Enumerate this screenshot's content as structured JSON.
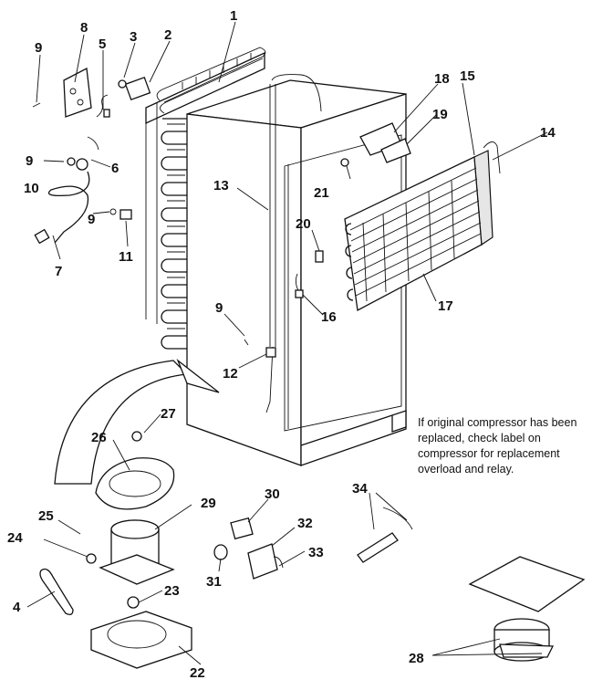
{
  "labels": {
    "p1": "1",
    "p2": "2",
    "p3": "3",
    "p4": "4",
    "p5": "5",
    "p6": "6",
    "p7": "7",
    "p8": "8",
    "p9a": "9",
    "p9b": "9",
    "p9c": "9",
    "p9d": "9",
    "p10": "10",
    "p11": "11",
    "p12": "12",
    "p13": "13",
    "p14": "14",
    "p15": "15",
    "p16": "16",
    "p17": "17",
    "p18": "18",
    "p19": "19",
    "p20": "20",
    "p21": "21",
    "p22": "22",
    "p23": "23",
    "p24": "24",
    "p25": "25",
    "p26": "26",
    "p27": "27",
    "p28": "28",
    "p29": "29",
    "p30": "30",
    "p31": "31",
    "p32": "32",
    "p33": "33",
    "p34": "34"
  },
  "note": {
    "line1": "If original compressor has been",
    "line2": "replaced, check label on",
    "line3": "compressor for replacement",
    "line4": "overload and relay."
  }
}
